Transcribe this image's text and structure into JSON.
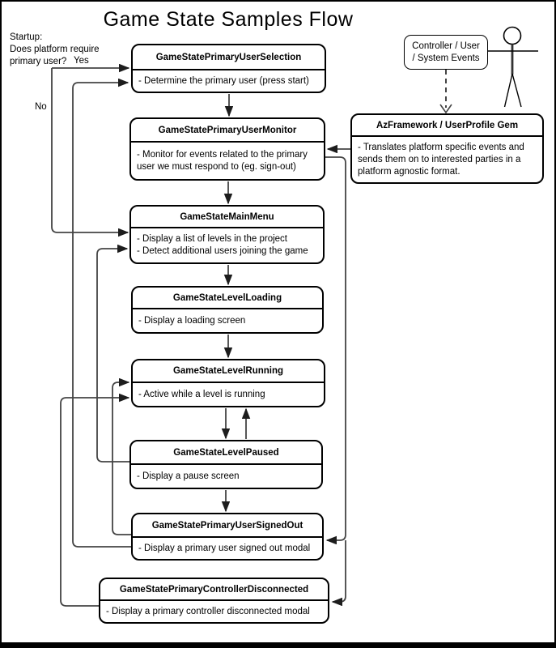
{
  "title": "Game State Samples Flow",
  "startup_note": {
    "line1": "Startup:",
    "line2": "Does platform require",
    "line3": "primary user?"
  },
  "edge_labels": {
    "yes": "Yes",
    "no": "No"
  },
  "actor_source": {
    "line1": "Controller / User",
    "line2": "/ System Events"
  },
  "nodes": {
    "selection": {
      "title": "GameStatePrimaryUserSelection",
      "lines": [
        "- Determine the primary user (press start)"
      ]
    },
    "monitor": {
      "title": "GameStatePrimaryUserMonitor",
      "lines": [
        "- Monitor for events related to the primary",
        "user we must respond to (eg. sign-out)"
      ]
    },
    "main_menu": {
      "title": "GameStateMainMenu",
      "lines": [
        "- Display a list of levels in the project",
        "- Detect additional users joining the game"
      ]
    },
    "level_loading": {
      "title": "GameStateLevelLoading",
      "lines": [
        "- Display a loading screen"
      ]
    },
    "level_running": {
      "title": "GameStateLevelRunning",
      "lines": [
        "- Active while a level is running"
      ]
    },
    "level_paused": {
      "title": "GameStateLevelPaused",
      "lines": [
        "- Display a pause screen"
      ]
    },
    "signed_out": {
      "title": "GameStatePrimaryUserSignedOut",
      "lines": [
        "- Display a primary user signed out modal"
      ]
    },
    "controller_disconnected": {
      "title": "GameStatePrimaryControllerDisconnected",
      "lines": [
        "- Display a primary controller disconnected modal"
      ]
    },
    "az_framework": {
      "title": "AzFramework / UserProfile Gem",
      "lines": [
        "- Translates platform specific events and",
        "sends them on to interested parties in a",
        "platform agnostic format."
      ]
    }
  },
  "colors": {
    "line": "#444444",
    "arrow": "#1d1d1d",
    "node_border": "#000000",
    "background": "#ffffff"
  }
}
